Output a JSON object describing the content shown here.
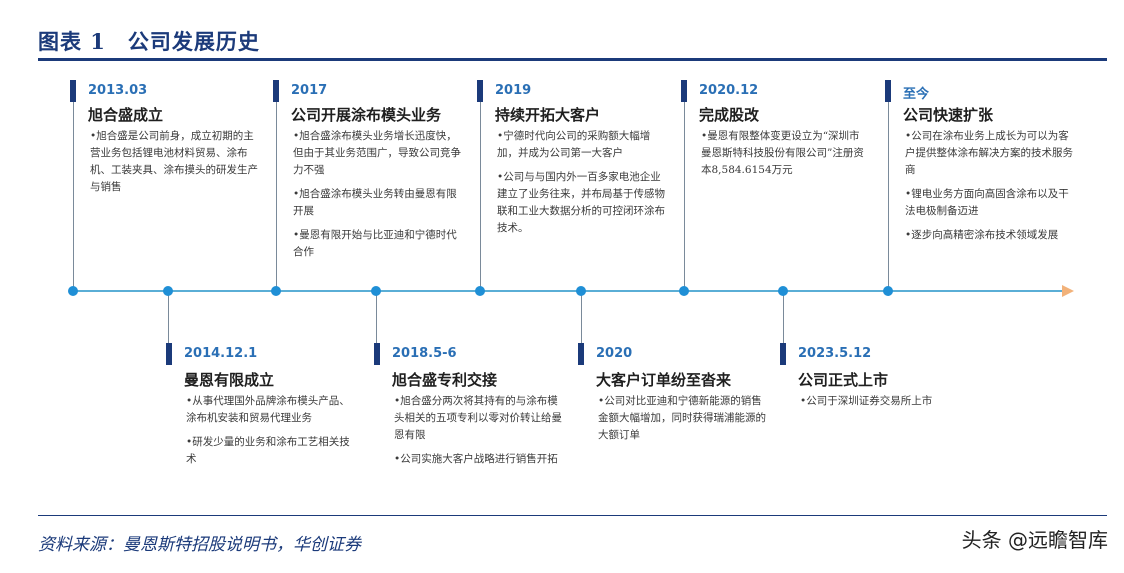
{
  "figure": {
    "title": "图表 1　公司发展历史",
    "source": "资料来源：曼恩斯特招股说明书，华创证券",
    "watermark": "头条 @远瞻智库"
  },
  "colors": {
    "accent": "#1b3a7a",
    "date": "#2a6fb5",
    "axis": "#5aaed6",
    "dot": "#1f8fd6",
    "arrow": "#f2b27a"
  },
  "events": [
    {
      "date": "2013.03",
      "title": "旭合盛成立",
      "bullets": [
        "•旭合盛是公司前身，成立初期的主营业务包括锂电池材料贸易、涂布机、工装夹具、涂布摸头的研发生产与销售"
      ]
    },
    {
      "date": "2014.12.1",
      "title": "曼恩有限成立",
      "bullets": [
        "•从事代理国外品牌涂布模头产品、涂布机安装和贸易代理业务",
        "•研发少量的业务和涂布工艺相关技术"
      ]
    },
    {
      "date": "2017",
      "title": "公司开展涂布模头业务",
      "bullets": [
        "•旭合盛涂布模头业务增长迅度快，但由于其业务范围广，导致公司竞争力不强",
        "•旭合盛涂布模头业务转由曼恩有限开展",
        "•曼恩有限开始与比亚迪和宁德时代合作"
      ]
    },
    {
      "date": "2018.5-6",
      "title": "旭合盛专利交接",
      "bullets": [
        "•旭合盛分两次将其持有的与涂布模头相关的五项专利以零对价转让给曼恩有限",
        "•公司实施大客户战略进行销售开拓"
      ]
    },
    {
      "date": "2019",
      "title": "持续开拓大客户",
      "bullets": [
        "•宁德时代向公司的采购额大幅增加，并成为公司第一大客户",
        "•公司与与国内外一百多家电池企业建立了业务往来，并布局基于传感物联和工业大数据分析的可控闭环涂布技术。"
      ]
    },
    {
      "date": "2020",
      "title": "大客户订单纷至沓来",
      "bullets": [
        "•公司对比亚迪和宁德新能源的销售金额大幅增加，同时获得瑞浦能源的大额订单"
      ]
    },
    {
      "date": "2020.12",
      "title": "完成股改",
      "bullets": [
        "•曼恩有限整体变更设立为“深圳市曼恩斯特科技股份有限公司”注册资本8,584.6154万元"
      ]
    },
    {
      "date": "2023.5.12",
      "title": "公司正式上市",
      "bullets": [
        "•公司于深圳证券交易所上市"
      ]
    },
    {
      "date": "至今",
      "title": "公司快速扩张",
      "bullets": [
        "•公司在涂布业务上成长为可以为客户提供整体涂布解决方案的技术服务商",
        "•锂电业务方面向高固含涂布以及干法电极制备迈进",
        "•逐步向高精密涂布技术领域发展"
      ]
    }
  ]
}
